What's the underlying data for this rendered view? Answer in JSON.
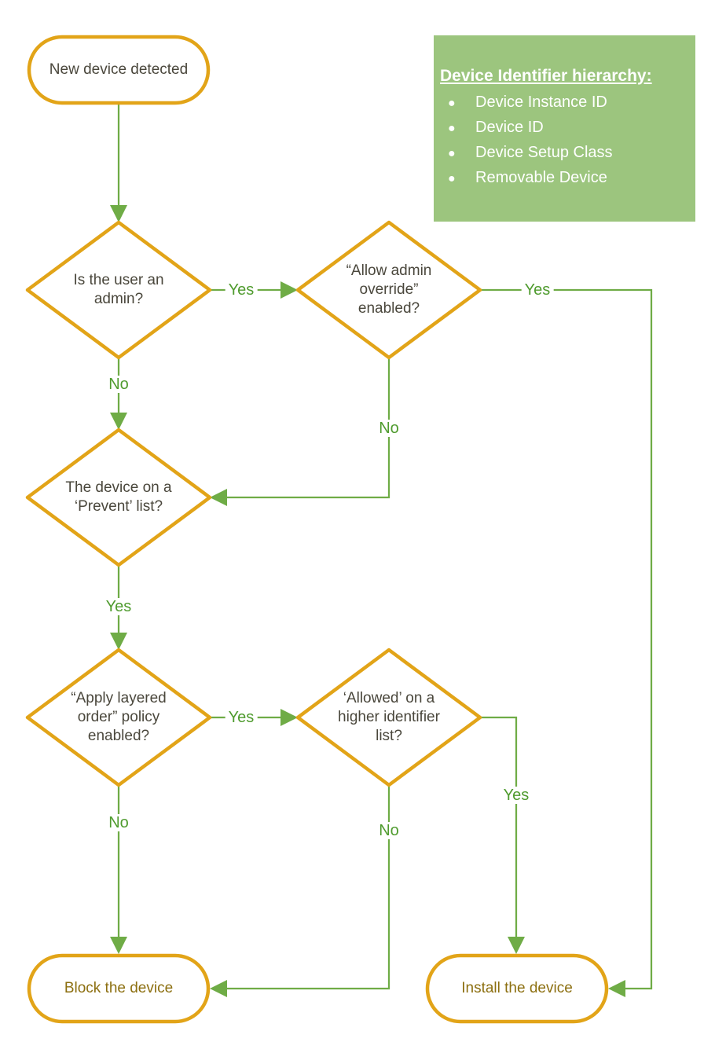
{
  "colors": {
    "gold": "#E2A418",
    "green_line": "#6FAC46",
    "green_label": "#4F9B2E",
    "node_text": "#4A473C",
    "terminal_text": "#8C6F10",
    "info_bg": "#9CC57E",
    "info_text": "#FFFFFF"
  },
  "nodes": {
    "start": {
      "label": "New device detected"
    },
    "admin": {
      "label": "Is the user an\nadmin?"
    },
    "override": {
      "label": "“Allow admin\noverride”\nenabled?"
    },
    "prevent": {
      "label": "The device on a\n‘Prevent’ list?"
    },
    "layered": {
      "label": "“Apply layered\norder” policy\nenabled?"
    },
    "allowed": {
      "label": "‘Allowed’ on a\nhigher identifier\nlist?"
    },
    "block": {
      "label": "Block the device"
    },
    "install": {
      "label": "Install the device"
    }
  },
  "edge_labels": {
    "admin_yes": "Yes",
    "admin_no": "No",
    "override_yes": "Yes",
    "override_no": "No",
    "prevent_yes": "Yes",
    "layered_yes": "Yes",
    "layered_no": "No",
    "allowed_yes": "Yes",
    "allowed_no": "No"
  },
  "info": {
    "title": "Device Identifier hierarchy:",
    "bullet": "●",
    "items": [
      "Device Instance ID",
      "Device ID",
      "Device Setup Class",
      "Removable Device"
    ]
  }
}
